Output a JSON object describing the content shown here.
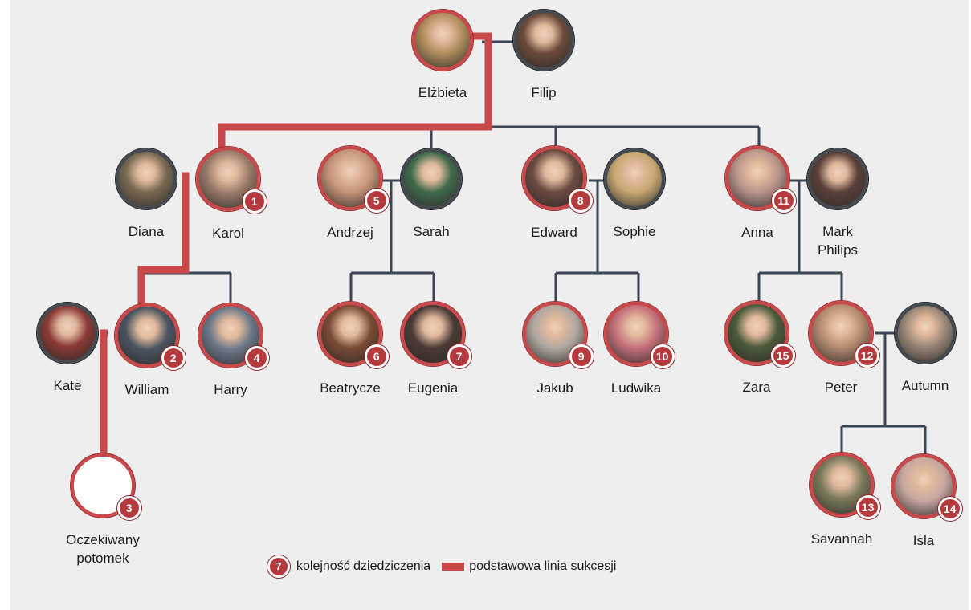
{
  "colors": {
    "succession_line": "#c9494b",
    "family_line": "#3a4556",
    "badge": "#b53a3d",
    "panel": "#eeeeee"
  },
  "people": [
    {
      "id": "elzbieta",
      "name": "Elżbieta",
      "rank": "",
      "heir": true,
      "color": "#b08d5c"
    },
    {
      "id": "filip",
      "name": "Filip",
      "rank": "",
      "heir": false,
      "color": "#6b4a3a"
    },
    {
      "id": "diana",
      "name": "Diana",
      "rank": "",
      "heir": false,
      "color": "#7a6a52"
    },
    {
      "id": "karol",
      "name": "Karol",
      "rank": "1",
      "heir": true,
      "color": "#9a7b6a"
    },
    {
      "id": "andrzej",
      "name": "Andrzej",
      "rank": "5",
      "heir": true,
      "color": "#c49378"
    },
    {
      "id": "sarah",
      "name": "Sarah",
      "rank": "",
      "heir": false,
      "color": "#3f6b4a"
    },
    {
      "id": "edward",
      "name": "Edward",
      "rank": "8",
      "heir": true,
      "color": "#6a4a40"
    },
    {
      "id": "sophie",
      "name": "Sophie",
      "rank": "",
      "heir": false,
      "color": "#c8a872"
    },
    {
      "id": "anna",
      "name": "Anna",
      "rank": "11",
      "heir": true,
      "color": "#b8948a"
    },
    {
      "id": "mark",
      "name": "Mark\nPhilips",
      "rank": "",
      "heir": false,
      "color": "#5a4038"
    },
    {
      "id": "kate",
      "name": "Kate",
      "rank": "",
      "heir": false,
      "color": "#8a3a36"
    },
    {
      "id": "william",
      "name": "William",
      "rank": "2",
      "heir": true,
      "color": "#4a5460"
    },
    {
      "id": "harry",
      "name": "Harry",
      "rank": "4",
      "heir": true,
      "color": "#6a7888"
    },
    {
      "id": "beatrycze",
      "name": "Beatrycze",
      "rank": "6",
      "heir": true,
      "color": "#7a4a34"
    },
    {
      "id": "eugenia",
      "name": "Eugenia",
      "rank": "7",
      "heir": true,
      "color": "#4a3a36"
    },
    {
      "id": "jakub",
      "name": "Jakub",
      "rank": "9",
      "heir": true,
      "color": "#b0a8a0"
    },
    {
      "id": "ludwika",
      "name": "Ludwika",
      "rank": "10",
      "heir": true,
      "color": "#c4707a"
    },
    {
      "id": "zara",
      "name": "Zara",
      "rank": "15",
      "heir": true,
      "color": "#4a5a3a"
    },
    {
      "id": "peter",
      "name": "Peter",
      "rank": "12",
      "heir": true,
      "color": "#b48a70"
    },
    {
      "id": "autumn",
      "name": "Autumn",
      "rank": "",
      "heir": false,
      "color": "#9a8878"
    },
    {
      "id": "oczekiwany",
      "name": "Oczekiwany\npotomek",
      "rank": "3",
      "heir": true,
      "color": "#ffffff"
    },
    {
      "id": "savannah",
      "name": "Savannah",
      "rank": "13",
      "heir": true,
      "color": "#7a7a5a"
    },
    {
      "id": "isla",
      "name": "Isla",
      "rank": "14",
      "heir": true,
      "color": "#c8a8a0"
    }
  ],
  "legend": {
    "badge_example": "7",
    "order_label": "kolejność dziedziczenia",
    "line_label": "podstawowa linia sukcesji"
  }
}
